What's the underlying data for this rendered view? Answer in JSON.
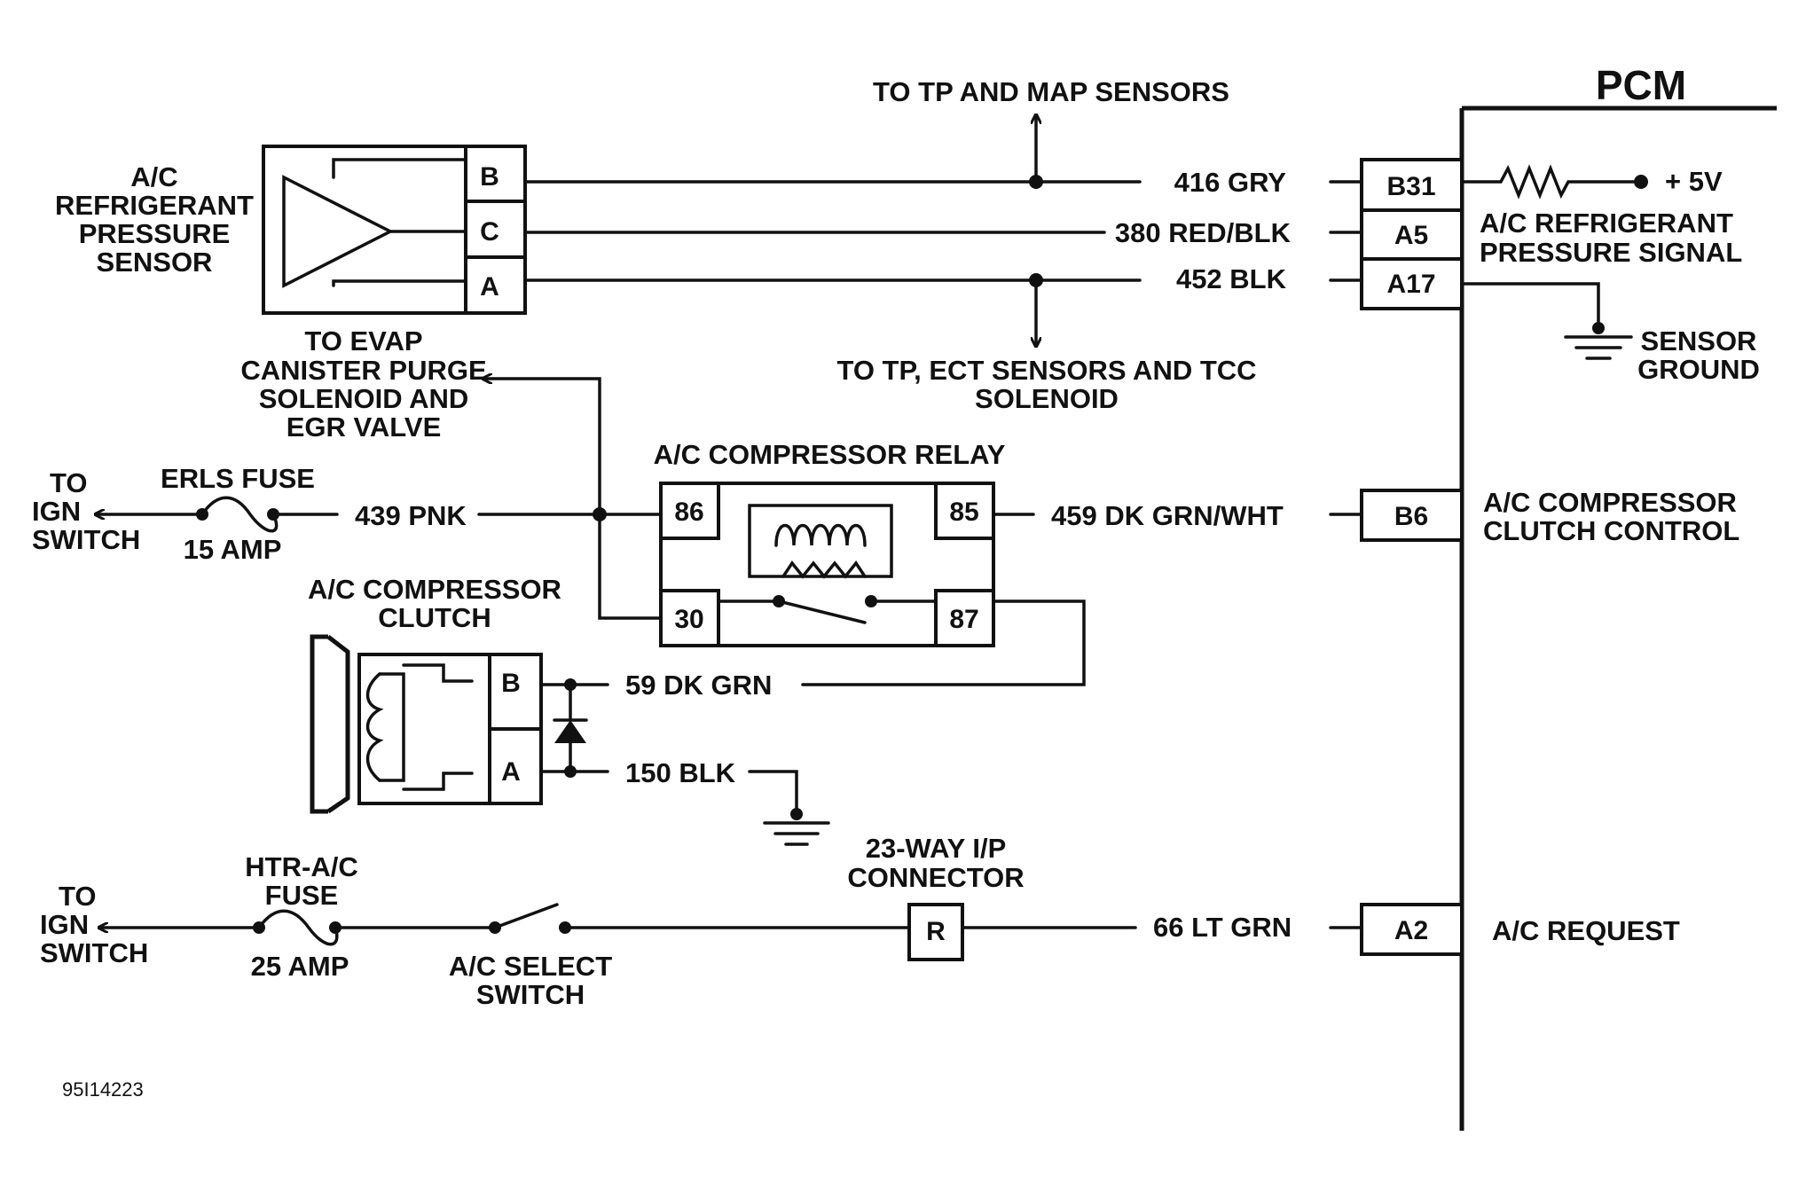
{
  "ecm": {
    "title": "PCM"
  },
  "labels": {
    "to_tp_map": "TO TP AND MAP SENSORS",
    "to_tp_ect_1": "TO TP, ECT SENSORS AND TCC",
    "to_tp_ect_2": "SOLENOID",
    "to_evap_1": "TO EVAP",
    "to_evap_2": "CANISTER PURGE",
    "to_evap_3": "SOLENOID AND",
    "to_evap_4": "EGR VALVE",
    "sensor_1": "A/C",
    "sensor_2": "REFRIGERANT",
    "sensor_3": "PRESSURE",
    "sensor_4": "SENSOR",
    "plus5v": "+ 5V",
    "refsig_1": "A/C REFRIGERANT",
    "refsig_2": "PRESSURE SIGNAL",
    "sensor_ground_1": "SENSOR",
    "sensor_ground_2": "GROUND",
    "relay": "A/C COMPRESSOR RELAY",
    "clutch_ctrl_1": "A/C COMPRESSOR",
    "clutch_ctrl_2": "CLUTCH CONTROL",
    "clutch_1": "A/C COMPRESSOR",
    "clutch_2": "CLUTCH",
    "ign_top_1": "TO",
    "ign_top_2": "IGN",
    "ign_top_3": "SWITCH",
    "erls_fuse": "ERLS FUSE",
    "erls_amp": "15 AMP",
    "htr_fuse_1": "HTR-A/C",
    "htr_fuse_2": "FUSE",
    "htr_amp": "25 AMP",
    "ign_bot_1": "TO",
    "ign_bot_2": "IGN",
    "ign_bot_3": "SWITCH",
    "ac_select_1": "A/C SELECT",
    "ac_select_2": "SWITCH",
    "connector_1": "23-WAY I/P",
    "connector_2": "CONNECTOR",
    "ac_request": "A/C REQUEST",
    "fig_id": "95I14223"
  },
  "wires": {
    "w416": "416 GRY",
    "w380": "380 RED/BLK",
    "w452": "452 BLK",
    "w439": "439 PNK",
    "w459": "459 DK GRN/WHT",
    "w59": "59 DK GRN",
    "w150": "150 BLK",
    "w66": "66 LT GRN"
  },
  "pins": {
    "sensor_b": "B",
    "sensor_c": "C",
    "sensor_a": "A",
    "pcm_b31": "B31",
    "pcm_a5": "A5",
    "pcm_a17": "A17",
    "pcm_b6": "B6",
    "pcm_a2": "A2",
    "relay_86": "86",
    "relay_85": "85",
    "relay_30": "30",
    "relay_87": "87",
    "clutch_b": "B",
    "clutch_a": "A",
    "conn_r": "R"
  }
}
